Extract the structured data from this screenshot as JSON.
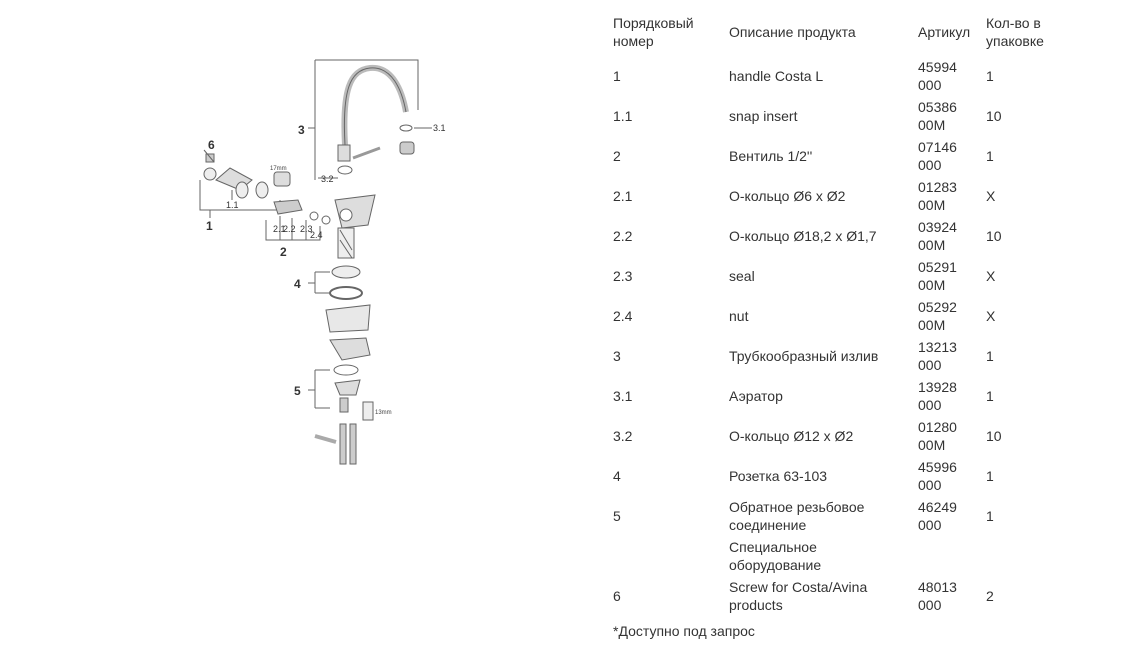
{
  "diagram": {
    "callouts": [
      "1",
      "1.1",
      "2",
      "2.1",
      "2.2",
      "2.3",
      "2.4",
      "3",
      "3.1",
      "3.2",
      "4",
      "5",
      "6"
    ],
    "small_labels": [
      "17mm",
      "13mm"
    ]
  },
  "table": {
    "headers": {
      "number": "Порядковый номер",
      "description": "Описание продукта",
      "article": "Артикул",
      "quantity": "Кол-во в упаковке"
    },
    "rows": [
      {
        "number": "1",
        "description": "handle Costa L",
        "article": "45994 000",
        "quantity": "1"
      },
      {
        "number": "1.1",
        "description": "snap insert",
        "article": "05386 00M",
        "quantity": "10"
      },
      {
        "number": "2",
        "description": "Вентиль 1/2''",
        "article": "07146 000",
        "quantity": "1"
      },
      {
        "number": "2.1",
        "description": "О-кольцо Ø6 x Ø2",
        "article": "01283 00M",
        "quantity": "X"
      },
      {
        "number": "2.2",
        "description": "О-кольцо Ø18,2 x Ø1,7",
        "article": "03924 00M",
        "quantity": "10"
      },
      {
        "number": "2.3",
        "description": "seal",
        "article": "05291 00M",
        "quantity": "X"
      },
      {
        "number": "2.4",
        "description": "nut",
        "article": "05292 00M",
        "quantity": "X"
      },
      {
        "number": "3",
        "description": "Трубкообразный излив",
        "article": "13213 000",
        "quantity": "1"
      },
      {
        "number": "3.1",
        "description": "Аэратор",
        "article": "13928 000",
        "quantity": "1"
      },
      {
        "number": "3.2",
        "description": "О-кольцо Ø12 x Ø2",
        "article": "01280 00M",
        "quantity": "10"
      },
      {
        "number": "4",
        "description": "Розетка 63-103",
        "article": "45996 000",
        "quantity": "1"
      },
      {
        "number": "5",
        "description": "Обратное резьбовое соединение",
        "article": "46249 000",
        "quantity": "1"
      },
      {
        "number": "",
        "description": "Специальное оборудование",
        "article": "",
        "quantity": ""
      },
      {
        "number": "6",
        "description": "Screw for Costa/Avina products",
        "article": "48013 000",
        "quantity": "2"
      }
    ]
  },
  "footnote": "*Доступно под запрос"
}
